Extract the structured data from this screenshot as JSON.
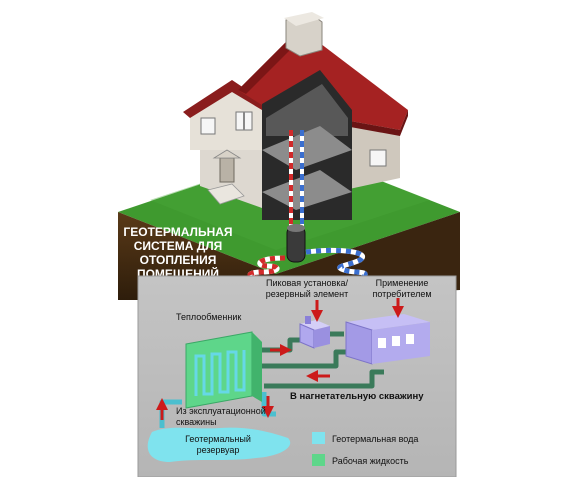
{
  "title": [
    "ГЕОТЕРМАЛЬНАЯ",
    "СИСТЕМА ДЛЯ",
    "ОТОПЛЕНИЯ",
    "ПОМЕЩЕНИЙ"
  ],
  "labels": {
    "peak_unit": [
      "Пиковая установка/",
      "резервный элемент"
    ],
    "consumer": [
      "Применение",
      "потребителем"
    ],
    "heat_exchanger": "Теплообменник",
    "injection_well": "В нагнетательную скважину",
    "production_well": [
      "Из эксплуатационной",
      "скважины"
    ],
    "reservoir": [
      "Геотермальный",
      "резервуар"
    ]
  },
  "legend": [
    {
      "label": "Геотермальная вода",
      "color": "#7fe3ee"
    },
    {
      "label": "Рабочая жидкость",
      "color": "#5ed68a"
    }
  ],
  "colors": {
    "panel": "#bfbfbf",
    "hot_pipe": "#d22a2a",
    "cold_pipe": "#3a6fd0",
    "roof": "#a52222",
    "grass": "#3f9a2f",
    "soil": "#4a2f14",
    "exchanger": "#5ed68a",
    "water": "#7fe3ee",
    "consumer": "#9a8fe6",
    "arrow": "#cc1a1a"
  }
}
